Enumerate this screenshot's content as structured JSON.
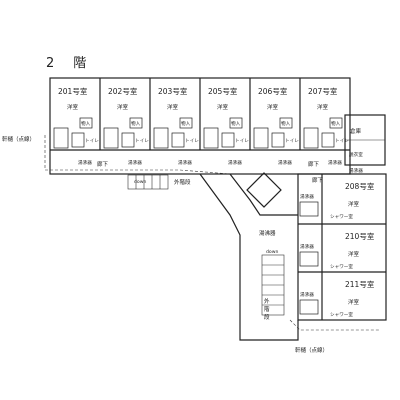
{
  "floor_title": "2　階",
  "top_rooms": [
    {
      "id": "201",
      "name": "201号室",
      "type": "洋室"
    },
    {
      "id": "202",
      "name": "202号室",
      "type": "洋室"
    },
    {
      "id": "203",
      "name": "203号室",
      "type": "洋室"
    },
    {
      "id": "205",
      "name": "205号室",
      "type": "洋室"
    },
    {
      "id": "206",
      "name": "206号室",
      "type": "洋室"
    },
    {
      "id": "207",
      "name": "207号室",
      "type": "洋室"
    }
  ],
  "right_rooms": [
    {
      "id": "208",
      "name": "208号室",
      "type": "洋室",
      "shower": "シャワー室"
    },
    {
      "id": "210",
      "name": "210号室",
      "type": "洋室",
      "shower": "シャワー室"
    },
    {
      "id": "211",
      "name": "211号室",
      "type": "洋室",
      "shower": "シャワー室"
    }
  ],
  "labels": {
    "mono": "物入",
    "toilet": "トイレ",
    "heater": "湯沸器",
    "corridor": "廊下",
    "storage_room": "倉庫",
    "changing_room": "脱衣室",
    "external_stairs": "外階段",
    "external_stairs_vertical": [
      "外",
      "階",
      "段"
    ],
    "eaves_left": "軒樋（点線）",
    "eaves_bottom": "軒樋（点線）",
    "down": "down"
  }
}
